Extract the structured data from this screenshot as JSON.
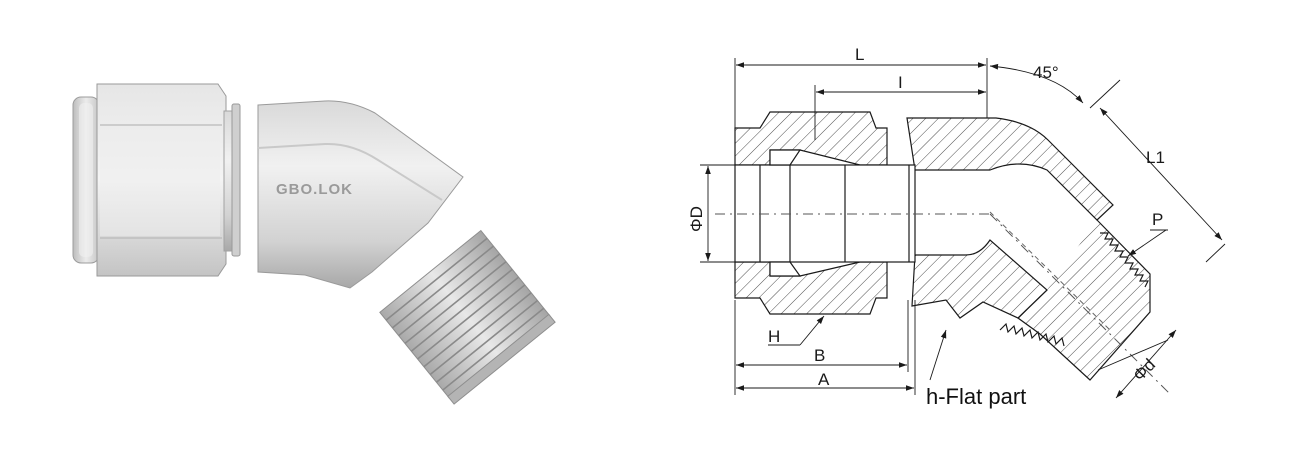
{
  "product": {
    "brand_mark": "GBO.LOK"
  },
  "drawing": {
    "labels": {
      "L": "L",
      "I": "I",
      "angle": "45°",
      "L1": "L1",
      "P": "P",
      "phiD": "ΦD",
      "phid": "Φd",
      "H": "H",
      "B": "B",
      "A": "A",
      "flat": "h-Flat part"
    }
  },
  "colors": {
    "steel_light": "#e4e4e4",
    "steel_mid": "#c9c9c9",
    "steel_dark": "#8e8e8e",
    "line": "#1a1a1a"
  }
}
